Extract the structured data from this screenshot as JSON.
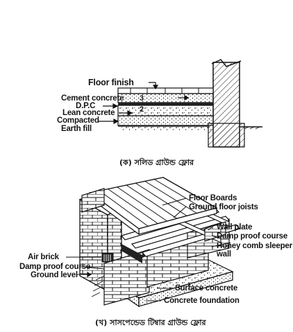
{
  "figure_a": {
    "labels": {
      "floor_finish": "Floor finish",
      "cement_concrete": "Cement concrete",
      "dpc": "D.P.C",
      "lean_concrete": "Lean concrete",
      "compacted": "Compacted",
      "earth_fill": "Earth fill"
    },
    "layer_numbers": [
      "3",
      "2"
    ],
    "caption": "(ক) সলিড গ্রাউন্ড ফ্লোর"
  },
  "figure_b": {
    "labels": {
      "floor_boards": "Floor Boards",
      "ground_floor_joists": "Ground floor joists",
      "wall_plate": "Wall plate",
      "damp_proof_course_right": "Damp proof course",
      "honey_comb_1": "Honey comb sleeper",
      "honey_comb_2": "wall",
      "air_brick": "Air brick",
      "damp_proof_course_left": "Damp proof course",
      "ground_level": "Ground level",
      "surface_concrete": "Surface concrete",
      "concrete_foundation": "Concrete foundation"
    },
    "caption": "(খ) সাসপেন্ডেড টিম্বার গ্রাউন্ড ফ্লোর"
  }
}
